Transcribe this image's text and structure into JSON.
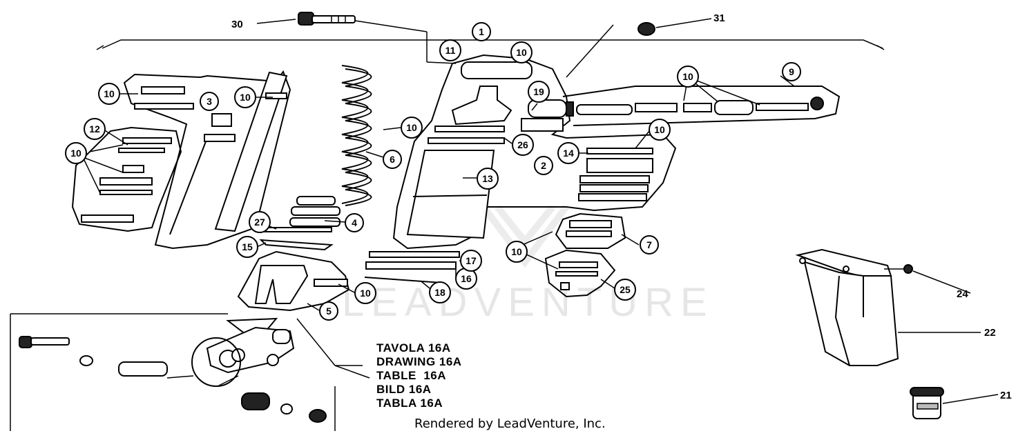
{
  "watermark": {
    "text": "LEADVENTURE"
  },
  "callouts": [
    {
      "id": "c1",
      "label": "1"
    },
    {
      "id": "c2",
      "label": "2"
    },
    {
      "id": "c3",
      "label": "3"
    },
    {
      "id": "c4",
      "label": "4"
    },
    {
      "id": "c5",
      "label": "5"
    },
    {
      "id": "c6",
      "label": "6"
    },
    {
      "id": "c7",
      "label": "7"
    },
    {
      "id": "c9",
      "label": "9"
    },
    {
      "id": "c10a",
      "label": "10"
    },
    {
      "id": "c10b",
      "label": "10"
    },
    {
      "id": "c10c",
      "label": "10"
    },
    {
      "id": "c10d",
      "label": "10"
    },
    {
      "id": "c10e",
      "label": "10"
    },
    {
      "id": "c10f",
      "label": "10"
    },
    {
      "id": "c10g",
      "label": "10"
    },
    {
      "id": "c10h",
      "label": "10"
    },
    {
      "id": "c10i",
      "label": "10"
    },
    {
      "id": "c11",
      "label": "11"
    },
    {
      "id": "c12",
      "label": "12"
    },
    {
      "id": "c13",
      "label": "13"
    },
    {
      "id": "c14",
      "label": "14"
    },
    {
      "id": "c15",
      "label": "15"
    },
    {
      "id": "c16",
      "label": "16"
    },
    {
      "id": "c17",
      "label": "17"
    },
    {
      "id": "c18",
      "label": "18"
    },
    {
      "id": "c19",
      "label": "19"
    },
    {
      "id": "c25",
      "label": "25"
    },
    {
      "id": "c26",
      "label": "26"
    },
    {
      "id": "c27",
      "label": "27"
    }
  ],
  "plain_labels": [
    {
      "id": "p30",
      "label": "30"
    },
    {
      "id": "p31",
      "label": "31"
    },
    {
      "id": "p24",
      "label": "24"
    },
    {
      "id": "p22",
      "label": "22"
    },
    {
      "id": "p21",
      "label": "21"
    }
  ],
  "legend": [
    "TAVOLA 16A",
    "DRAWING 16A",
    "TABLE  16A",
    "BILD 16A",
    "TABLA 16A"
  ],
  "footer": "Rendered by LeadVenture, Inc."
}
